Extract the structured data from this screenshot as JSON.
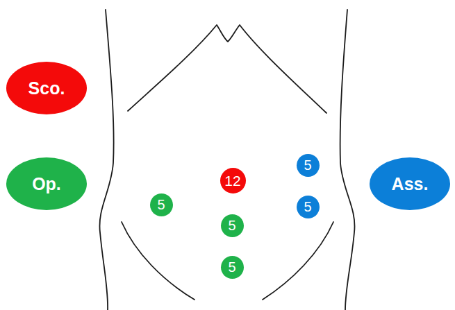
{
  "diagram": {
    "nodes": [
      {
        "text": [
          "Sco."
        ]
      },
      {
        "text": [
          "Op."
        ]
      },
      {
        "text": [
          "12"
        ]
      },
      {
        "text": [
          "5"
        ]
      },
      {
        "text": [
          "Ass."
        ]
      },
      {
        "text": [
          "5"
        ]
      },
      {
        "text": [
          "5"
        ]
      },
      {
        "text": [
          "5"
        ]
      },
      {
        "text": [
          "5"
        ]
      }
    ]
  }
}
